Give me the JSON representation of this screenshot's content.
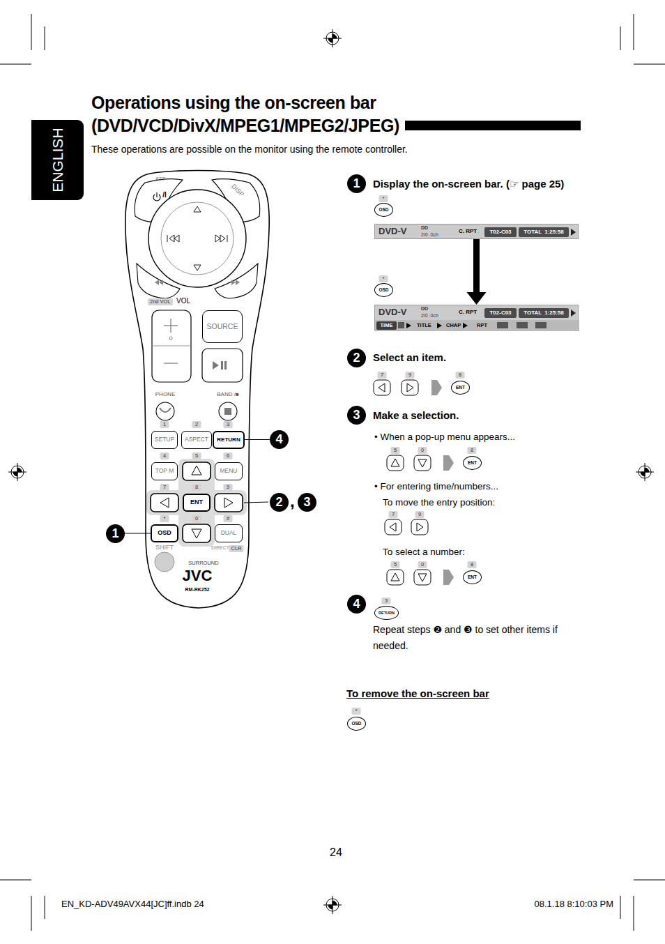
{
  "diagram": {
    "title": "Operations using the on-screen bar (DVD/VCD/DivX/MPEG1/MPEG2/JPEG)",
    "nodes": [
      {
        "text": [
          "ENGLISH"
        ]
      },
      {
        "text": [
          "SOURCE"
        ]
      },
      {
        "text": [
          "SETUP"
        ]
      },
      {
        "text": [
          "ASPECT"
        ]
      },
      {
        "text": [
          "RETURN"
        ]
      },
      {
        "text": [
          "TOP M"
        ]
      },
      {
        "text": [
          "MENU"
        ]
      },
      {
        "text": [
          "ENT"
        ]
      },
      {
        "text": [
          "OSD"
        ]
      },
      {
        "text": [
          "DUAL"
        ]
      },
      {
        "text": [
          "4"
        ]
      },
      {
        "text": [
          "2"
        ]
      },
      {
        "text": [
          "3"
        ]
      },
      {
        "text": [
          "1"
        ]
      },
      {
        "text": [
          "1"
        ]
      },
      {
        "text": [
          "OSD"
        ]
      },
      {
        "text": [
          "DVD-V",
          "DD",
          "2/0 .0ch",
          "C. RPT"
        ]
      },
      {
        "text": [
          "T02-C03"
        ],
        "in": 16
      },
      {
        "text": [
          "TOTAL",
          "1:25:58"
        ],
        "in": 16
      },
      {
        "text": [
          "OSD"
        ]
      },
      {
        "text": [
          "DVD-V",
          "DD",
          "2/0 .0ch",
          "C. RPT",
          "TITLE",
          "CHAP",
          "RPT"
        ]
      },
      {
        "text": [
          "T02-C03"
        ],
        "in": 20
      },
      {
        "text": [
          "TOTAL",
          "1:25:58"
        ],
        "in": 20
      },
      {
        "text": [
          "TIME"
        ],
        "in": 20
      },
      {
        "text": [
          "2"
        ]
      },
      {
        "text": [
          "ENT"
        ]
      },
      {
        "text": [
          "3"
        ]
      },
      {
        "text": [
          "ENT"
        ]
      },
      {
        "text": [
          "ENT"
        ]
      },
      {
        "text": [
          "4"
        ]
      },
      {
        "text": [
          "RETURN"
        ]
      },
      {
        "text": [
          "OSD"
        ]
      }
    ],
    "edges": [
      {
        "from": 4,
        "to": 10,
        "arrow": "none"
      },
      {
        "from": 13,
        "to": 8,
        "arrow": "none"
      },
      {
        "from": 16,
        "to": 20,
        "arrow": "to"
      }
    ],
    "labels": [
      "These operations are possible on the monitor using the remote controller.",
      "ATT",
      "/I",
      "DISP",
      "2nd VOL",
      "VOL",
      "PHONE",
      "BAND /■",
      "1",
      "2",
      "3",
      "4",
      "5",
      "6",
      "7",
      "8",
      "9",
      "*",
      "0",
      "#",
      "SHIFT",
      "DIRECT",
      "CLR",
      "SURROUND",
      "JVC",
      "RM-RK252",
      ",",
      "Display the on-screen bar. (☞ page 25)",
      "*",
      "*",
      "Select an item.",
      "7",
      "9",
      "8",
      "Make a selection.",
      "• When a pop-up menu appears...",
      "5",
      "0",
      "8",
      "• For entering time/numbers...",
      "To move the entry position:",
      "7",
      "9",
      "To select a number:",
      "5",
      "0",
      "8",
      "3",
      "Repeat steps ❷ and ❸ to set other items if needed.",
      "To remove the on-screen bar",
      "*",
      "24",
      "EN_KD-ADV49AVX44[JC]ff.indb 24",
      "08.1.18 8:10:03 PM"
    ]
  }
}
